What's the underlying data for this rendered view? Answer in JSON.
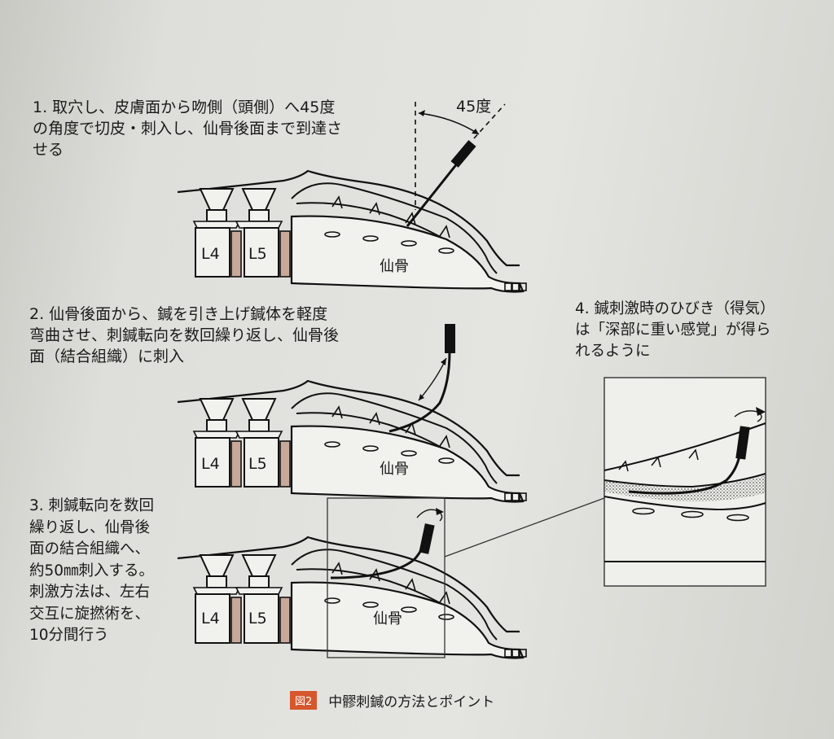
{
  "steps": {
    "step1": "1. 取穴し、皮膚面から吻側（頭側）へ45度\nの角度で切皮・刺入し、仙骨後面まで到達さ\nせる",
    "step2": "2. 仙骨後面から、鍼を引き上げ鍼体を軽度\n弯曲させ、刺鍼転向を数回繰り返し、仙骨後\n面（結合組織）に刺入",
    "step3": "3. 刺鍼転向を数回\n繰り返し、仙骨後\n面の結合組織へ、\n約50㎜刺入する。\n刺激方法は、左右\n交互に旋撚術を、\n10分間行う",
    "step4": "4. 鍼刺激時のひびき（得気）\nは「深部に重い感覚」が得ら\nれるように"
  },
  "labels": {
    "angle": "45度",
    "sacrum": "仙骨",
    "l4": "L4",
    "l5": "L5"
  },
  "caption": {
    "badge": "図2",
    "title": "中髎刺鍼の方法とポイント"
  },
  "colors": {
    "badge": "#d6572d",
    "disc": "#c8a89a"
  }
}
